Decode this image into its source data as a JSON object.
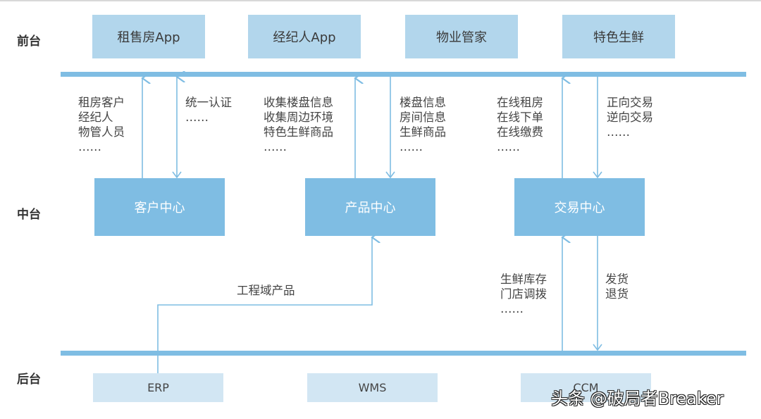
{
  "tiers": {
    "front": "前台",
    "middle": "中台",
    "back": "后台"
  },
  "front_apps": [
    "租售房App",
    "经纪人App",
    "物业管家",
    "特色生鲜"
  ],
  "middle_centers": [
    "客户中心",
    "产品中心",
    "交易中心"
  ],
  "back_systems": [
    "ERP",
    "WMS",
    "CCM"
  ],
  "flows": {
    "customer_up": "租房客户\n经纪人\n物管人员\n……",
    "customer_down": "统一认证\n……",
    "product_up": "收集楼盘信息\n收集周边环境\n特色生鲜商品\n……",
    "product_down": "楼盘信息\n房间信息\n生鲜商品\n……",
    "trade_up": "在线租房\n在线下单\n在线缴费\n……",
    "trade_down": "正向交易\n逆向交易\n……",
    "back_trade_up": "生鲜库存\n门店调拨\n……",
    "back_trade_down": "发货\n退货",
    "erp_to_product": "工程域产品"
  },
  "colors": {
    "front_box": "#b2d6ec",
    "middle_box": "#7fbde3",
    "back_box": "#d2e6f3",
    "line": "#7fbde3"
  },
  "watermark": "头条 @破局者Breaker"
}
